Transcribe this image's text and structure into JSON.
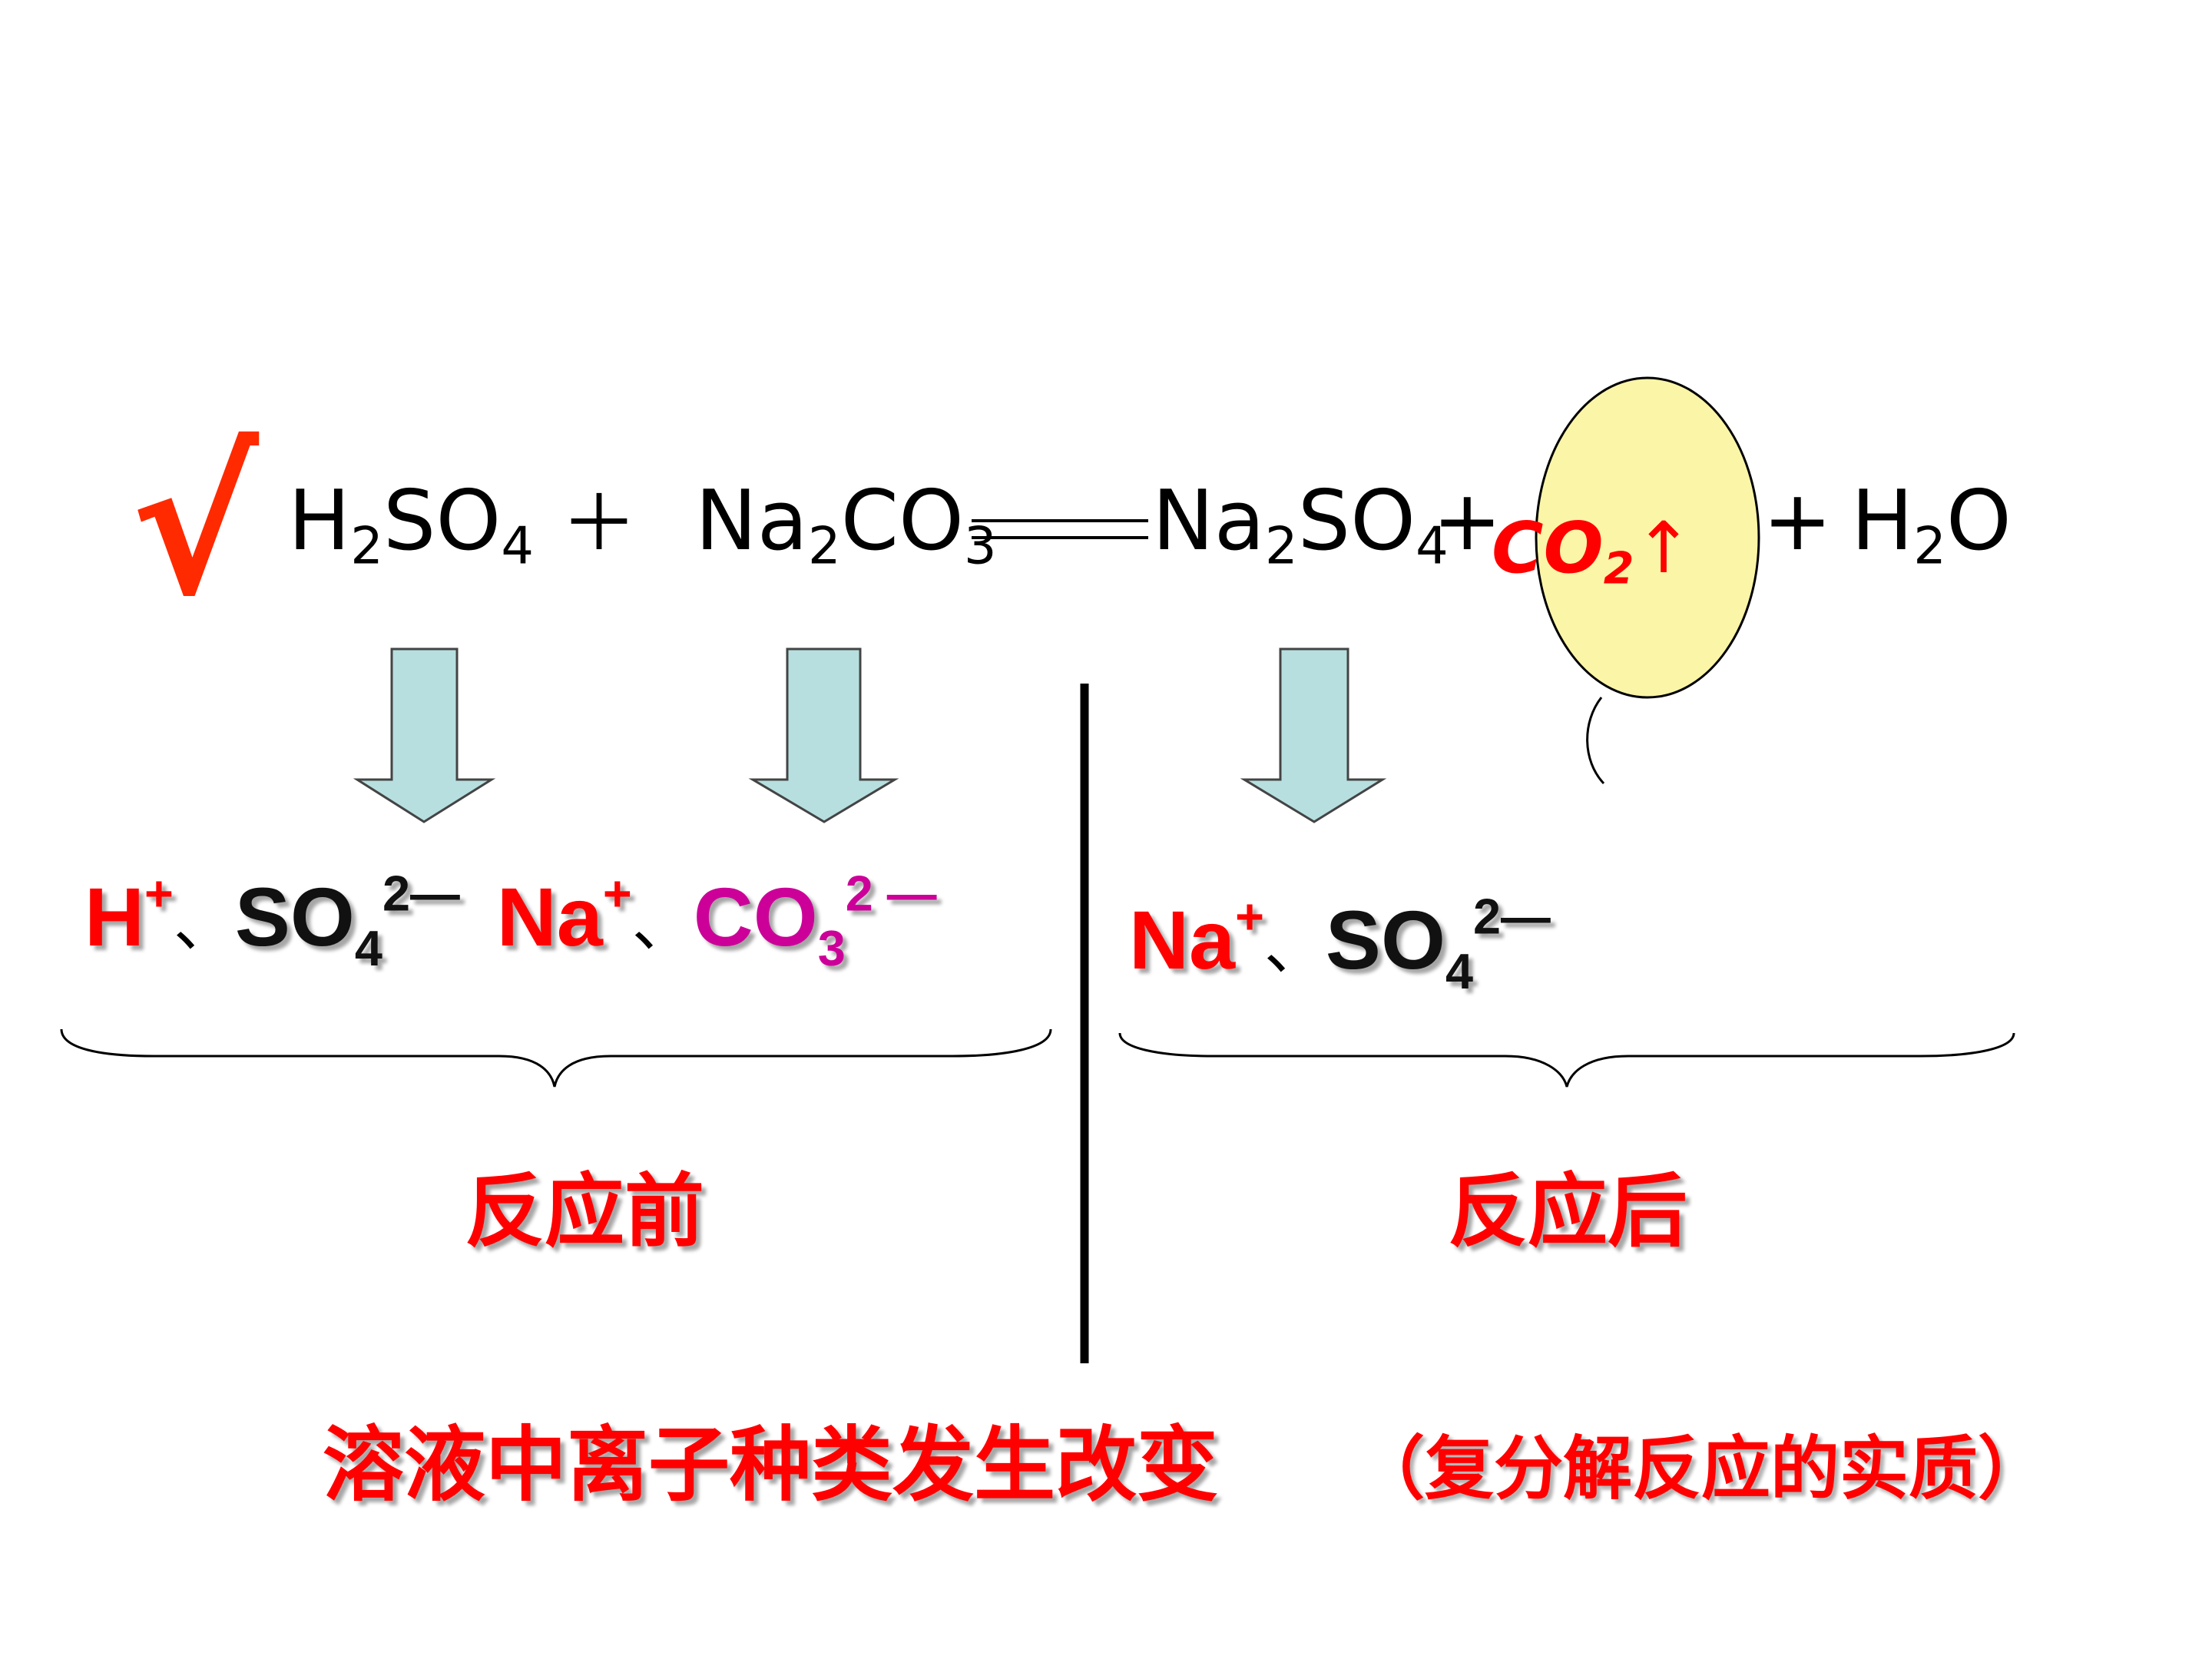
{
  "check_mark": "√",
  "equation": {
    "h2so4": {
      "a": "H",
      "sub": "2",
      "b": "SO",
      "sub2": "4"
    },
    "plus1": "＋",
    "na2co3": {
      "a": "Na",
      "sub": "2",
      "b": "CO",
      "sub2": "3"
    },
    "na2so4": {
      "a": "Na",
      "sub": "2",
      "b": "SO",
      "sub2": "4"
    },
    "plus2": "+",
    "co2": {
      "a": "CO",
      "sub": "2",
      "arrow": "↑"
    },
    "plus3": "+ ",
    "h2o": {
      "a": "H",
      "sub": "2",
      "b": "O"
    }
  },
  "ions_before": {
    "h": {
      "sym": "H",
      "charge": "+"
    },
    "sep1": "、",
    "so4": {
      "sym": "SO",
      "sub": "4",
      "charge": "2—"
    },
    "na": {
      "sym": "Na",
      "charge": "+"
    },
    "sep2": "、",
    "co3": {
      "sym": "CO",
      "sub": "3",
      "charge": "2 —"
    }
  },
  "ions_after": {
    "na": {
      "sym": "Na",
      "charge": "+"
    },
    "sep": "、",
    "so4": {
      "sym": "SO",
      "sub": "4",
      "charge": "2—"
    }
  },
  "label_before": "反应前",
  "label_after": "反应后",
  "conclusion": "溶液中离子种类发生改变",
  "conclusion_note": "（复分解反应的实质）",
  "colors": {
    "red": "#ff0000",
    "check": "#ff2a00",
    "magenta": "#cc0099",
    "arrow_fill": "#b7dfe0",
    "balloon_fill": "#fbf5a8"
  }
}
